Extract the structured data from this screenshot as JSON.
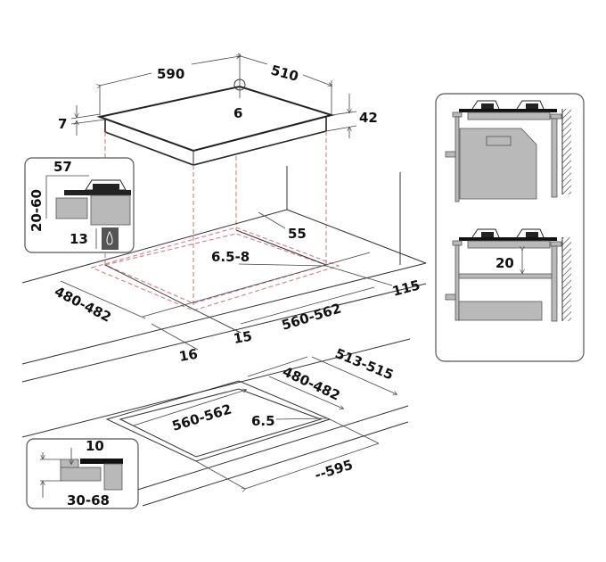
{
  "hob": {
    "width": "590",
    "depth": "510",
    "gas_connection": "6",
    "glass_thickness": "7",
    "height": "42"
  },
  "inset_top": {
    "burner_height": "57",
    "clearance": "20-60",
    "gap": "13"
  },
  "cutout_top": {
    "back_distance": "55",
    "corner_radius": "6.5-8",
    "side_distance": "115",
    "depth": "480-482",
    "width": "560-562",
    "front_distance": "15",
    "front_edge": "16"
  },
  "cutout_bottom": {
    "outer_depth": "513-515",
    "depth": "480-482",
    "width": "560-562",
    "corner_radius": "6.5",
    "outer_width": "--595"
  },
  "inset_bottom": {
    "step": "10",
    "thickness": "30-68"
  },
  "side_panel": {
    "gap": "20"
  }
}
